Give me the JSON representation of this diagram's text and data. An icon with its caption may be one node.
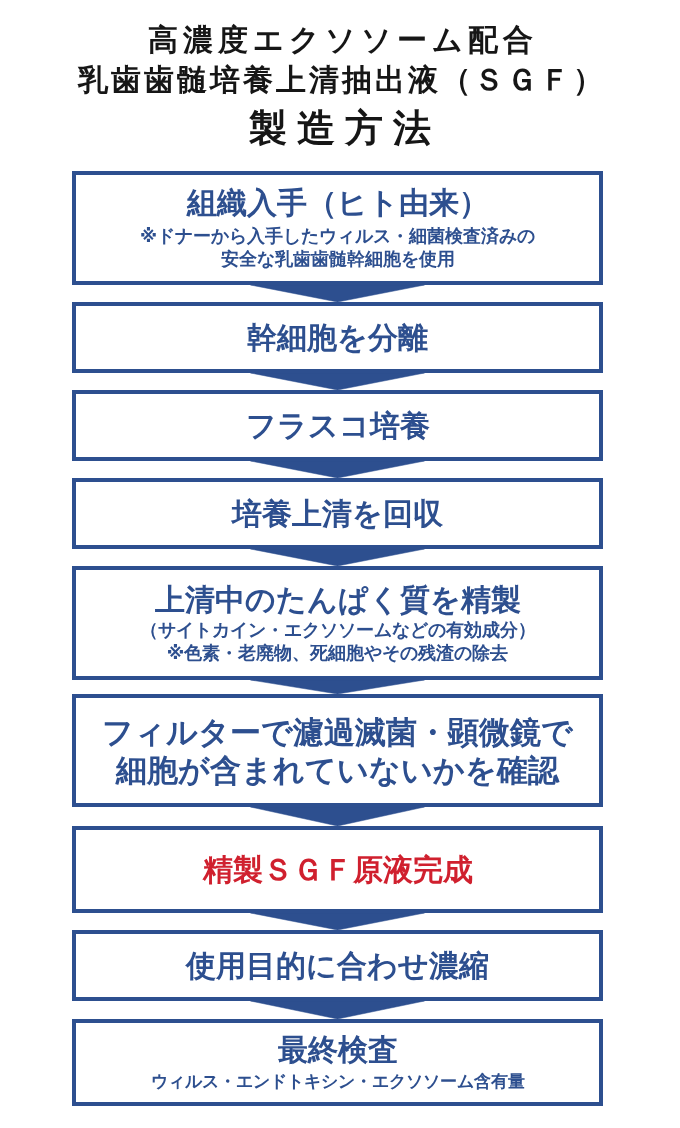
{
  "diagram": {
    "title": "高濃度エクソソーム配合乳歯歯髄培養上清抽出液（ＳＧＦ）製造方法",
    "nodes": [
      {
        "text": [
          "組織入手（ヒト由来）",
          "※ドナーから入手したウィルス・細菌検査済みの安全な乳歯歯髄幹細胞を使用"
        ]
      },
      {
        "text": [
          "幹細胞を分離"
        ]
      },
      {
        "text": [
          "フラスコ培養"
        ]
      },
      {
        "text": [
          "培養上清を回収"
        ]
      },
      {
        "text": [
          "上清中のたんぱく質を精製",
          "（サイトカイン・エクソソームなどの有効成分）",
          "※色素・老廃物、死細胞やその残渣の除去"
        ]
      },
      {
        "text": [
          "フィルターで濾過滅菌・顕微鏡で細胞が含まれていないかを確認"
        ]
      },
      {
        "text": [
          "精製ＳＧＦ原液完成"
        ]
      },
      {
        "text": [
          "使用目的に合わせ濃縮"
        ]
      },
      {
        "text": [
          "最終検査",
          "ウィルス・エンドトキシン・エクソソーム含有量"
        ]
      }
    ],
    "edges": [
      {
        "from": 0,
        "to": 1,
        "arrow": "to"
      },
      {
        "from": 1,
        "to": 2,
        "arrow": "to"
      },
      {
        "from": 2,
        "to": 3,
        "arrow": "to"
      },
      {
        "from": 3,
        "to": 4,
        "arrow": "to"
      },
      {
        "from": 4,
        "to": 5,
        "arrow": "to"
      },
      {
        "from": 5,
        "to": 6,
        "arrow": "to"
      },
      {
        "from": 6,
        "to": 7,
        "arrow": "to"
      },
      {
        "from": 7,
        "to": 8,
        "arrow": "to"
      }
    ]
  }
}
